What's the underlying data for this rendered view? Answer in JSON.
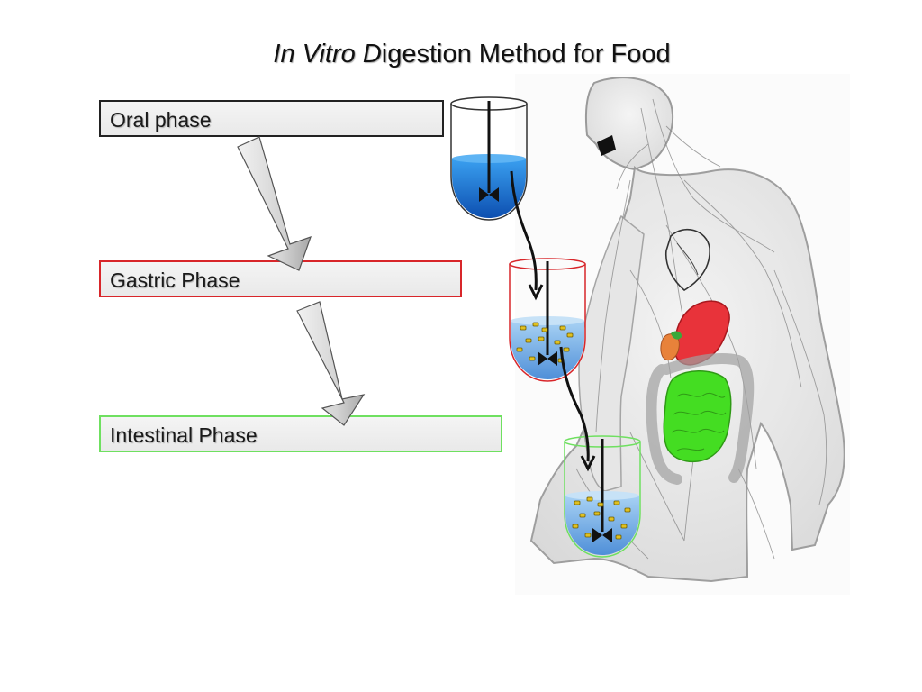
{
  "title": {
    "part1_italic": "In Vitro",
    "part2_italic": "D",
    "part3": "igestion Method for Food"
  },
  "phases": [
    {
      "label": "Oral phase",
      "border_color": "#222222"
    },
    {
      "label": "Gastric Phase",
      "border_color": "#d8262a"
    },
    {
      "label": "Intestinal Phase",
      "border_color": "#6fe060"
    }
  ],
  "colors": {
    "liquid": "#1e6fd6",
    "stomach": "#e8333a",
    "intestine": "#44dd22",
    "particles": "#e0c020"
  },
  "illustration": {
    "subject": "anatomical-body-with-digestive-organs",
    "vessels": [
      "oral-vessel",
      "gastric-vessel",
      "intestinal-vessel"
    ]
  }
}
